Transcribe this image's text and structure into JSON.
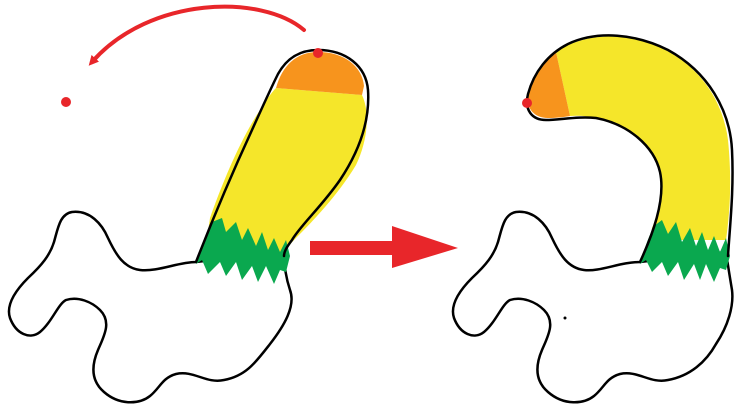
{
  "diagram": {
    "description_free": true,
    "panels": [
      {
        "id": "before",
        "state": "upright"
      },
      {
        "id": "after",
        "state": "bent"
      }
    ],
    "colors": {
      "outline": "#000000",
      "background": "#ffffff",
      "shaft_fill": "#f5e62a",
      "tip_fill": "#f7941d",
      "base_fill": "#0aa84f",
      "arrow": "#e8262a",
      "marker_dot": "#e8262a"
    },
    "icons": {
      "curved_arrow": "curved-arrow-icon",
      "transition_arrow": "right-arrow-icon",
      "marker": "dot-marker"
    }
  }
}
